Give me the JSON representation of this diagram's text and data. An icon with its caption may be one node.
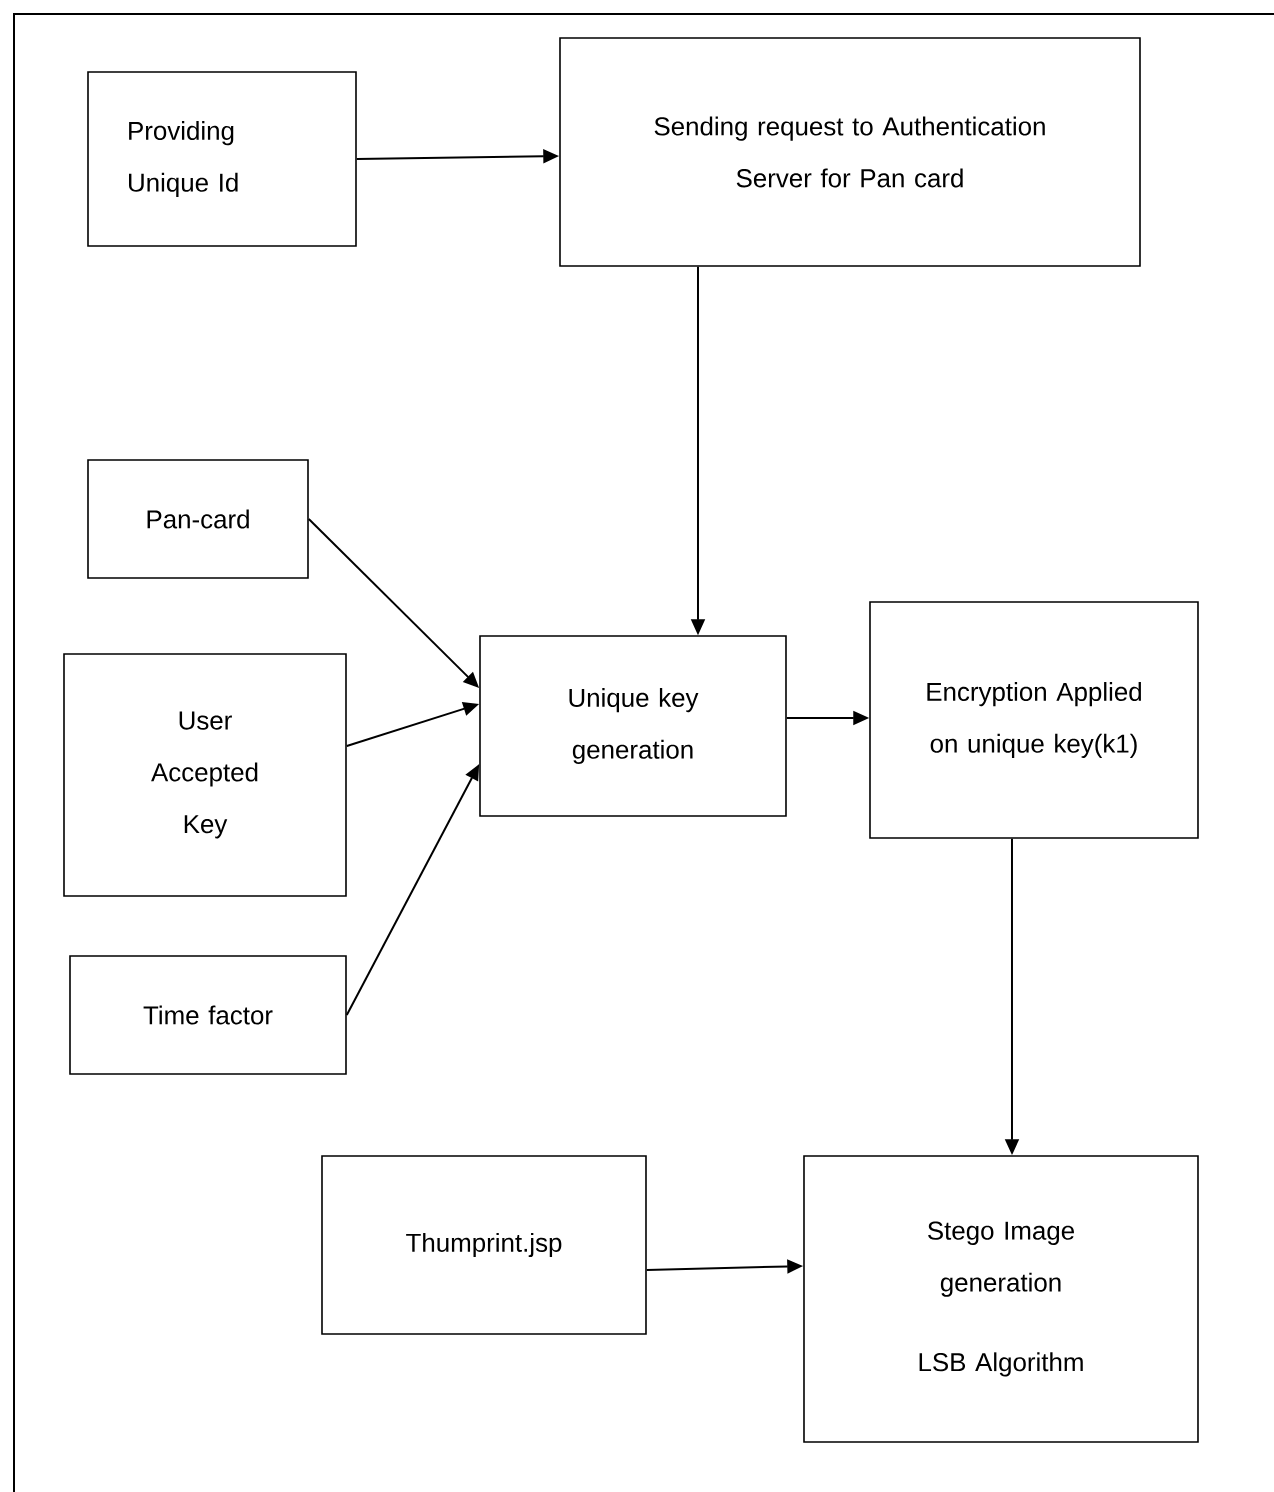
{
  "diagram": {
    "nodes": [
      {
        "text": [
          "Providing Unique Id"
        ]
      },
      {
        "text": [
          "Sending request to Authentication Server for Pan card"
        ]
      },
      {
        "text": [
          "Pan-card"
        ]
      },
      {
        "text": [
          "User Accepted Key"
        ]
      },
      {
        "text": [
          "Time factor"
        ]
      },
      {
        "text": [
          "Unique key generation"
        ]
      },
      {
        "text": [
          "Encryption Applied on unique key(k1)"
        ]
      },
      {
        "text": [
          "Thumprint.jsp"
        ]
      },
      {
        "text": [
          "Stego Image generation",
          "LSB Algorithm"
        ]
      }
    ],
    "edges": [
      {
        "from": 0,
        "to": 1,
        "arrow": "to"
      },
      {
        "from": 1,
        "to": 5,
        "arrow": "to"
      },
      {
        "from": 2,
        "to": 5,
        "arrow": "to"
      },
      {
        "from": 3,
        "to": 5,
        "arrow": "to"
      },
      {
        "from": 4,
        "to": 5,
        "arrow": "to"
      },
      {
        "from": 5,
        "to": 6,
        "arrow": "to"
      },
      {
        "from": 6,
        "to": 8,
        "arrow": "to"
      },
      {
        "from": 7,
        "to": 8,
        "arrow": "to"
      }
    ]
  }
}
